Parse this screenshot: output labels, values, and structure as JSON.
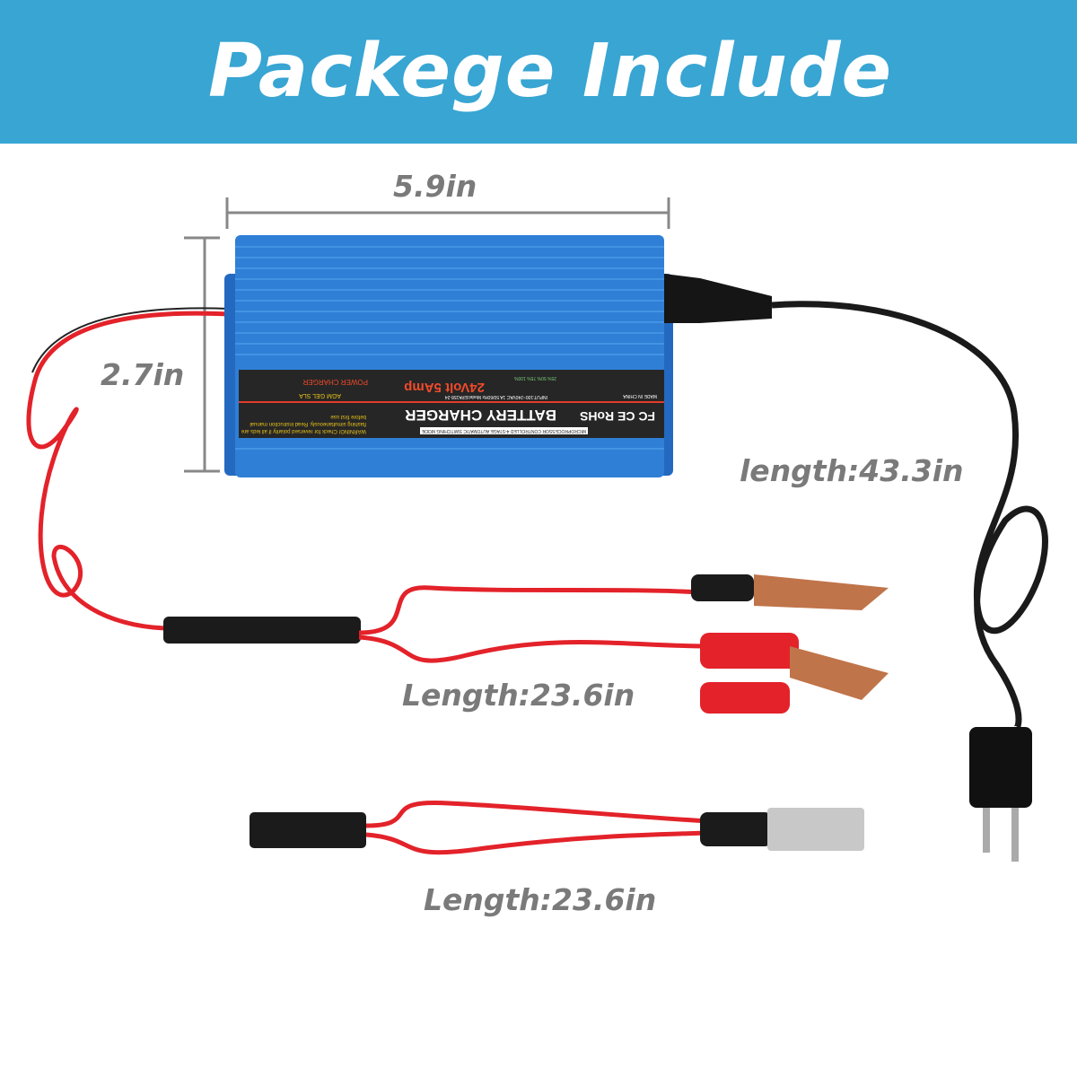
{
  "banner": {
    "title": "Packege Include",
    "color": "#38a5d3"
  },
  "dimensions": {
    "width": "5.9in",
    "height": "2.7in",
    "ac_cord": "length:43.3in",
    "clip_cable": "Length:23.6in",
    "xlr_cable": "Length:23.6in"
  },
  "charger_label": {
    "title": "BATTERY CHARGER",
    "subtitle": "MICROPROCESSOR CONTROLLED 4-STAGE AUTOMATIC SWITCHING MODE",
    "rating": "24Volt 5Amp",
    "brand_line": "POWER CHARGER",
    "battery_types": "AGM  GEL  SLA",
    "certifications": "FC  CE  RoHS",
    "warning": "WARNING! Check for reversed polarity if all leds are flashing simultaneously. Read instruction manual before first use",
    "input": "INPUT:100~240VAC 1A 50/60Hz Model:EPA158-24",
    "origin": "MADE IN CHINA",
    "led_levels": "25% 50% 75% 100%"
  },
  "colors": {
    "charger_body": "#2f7fd6",
    "cable_red": "#e3222a",
    "cable_black": "#1a1a1a",
    "text_gray": "#7a7a7a"
  }
}
